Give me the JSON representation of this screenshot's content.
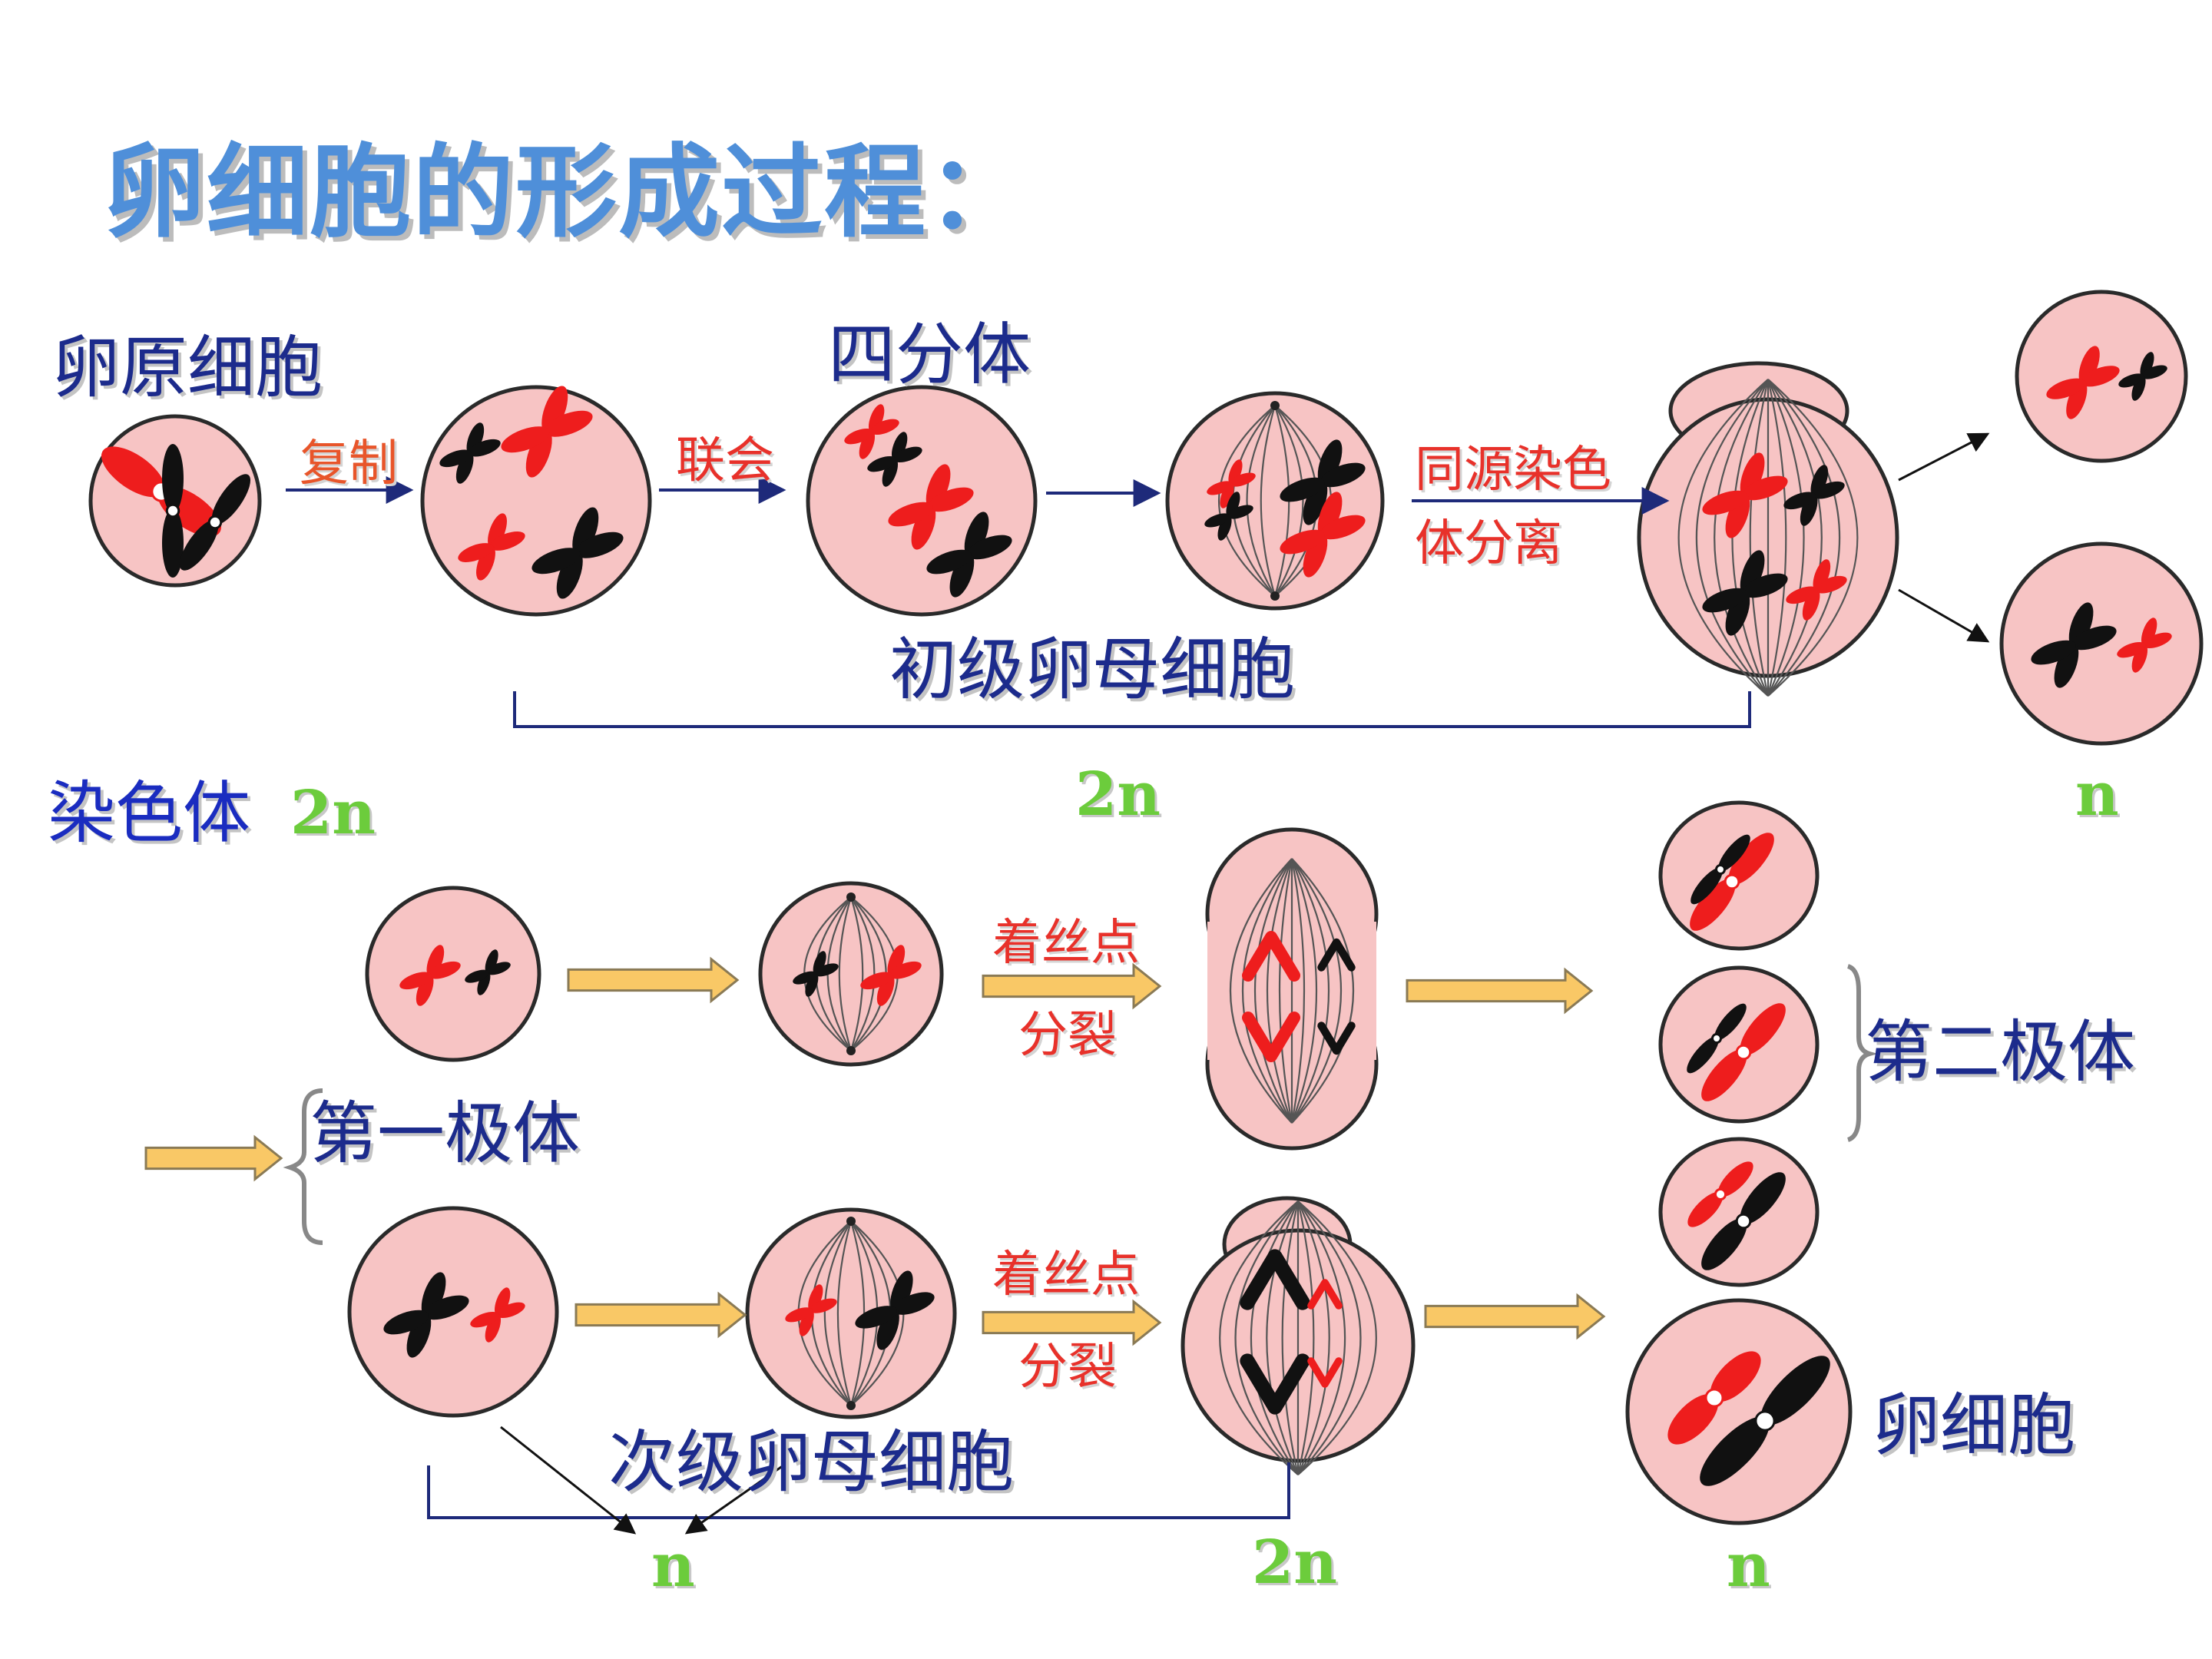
{
  "title": "卵细胞的形成过程：",
  "stages": {
    "oogonium": "卵原细胞",
    "tetrad": "四分体",
    "primary_oocyte": "初级卵母细胞",
    "first_polar_body": "第一极体",
    "secondary_oocyte": "次级卵母细胞",
    "second_polar_body": "第二极体",
    "egg_cell": "卵细胞"
  },
  "steps": {
    "replication": "复制",
    "synapsis": "联会",
    "homolog_separation_1": "同源染色",
    "homolog_separation_2": "体分离",
    "centromere_split_1": "着丝点",
    "centromere_split_2": "分裂",
    "centromere_split_b1": "着丝点",
    "centromere_split_b2": "分裂"
  },
  "chromosome_label": "染色体",
  "ploidy": {
    "oogonium": "2n",
    "primary": "2n",
    "after_meiosis_1": "n",
    "secondary_bottom_left": "n",
    "secondary_anaphase": "2n",
    "egg": "n"
  },
  "colors": {
    "title": "#4f8fd9",
    "label": "#1c2b8c",
    "step": "#e8312a",
    "ploidy": "#6ccc3c",
    "cell_fill": "#f7c4c4",
    "chromosome_red": "#ee1d1d",
    "chromosome_black": "#111111",
    "arrow_fill": "#f9c866"
  }
}
